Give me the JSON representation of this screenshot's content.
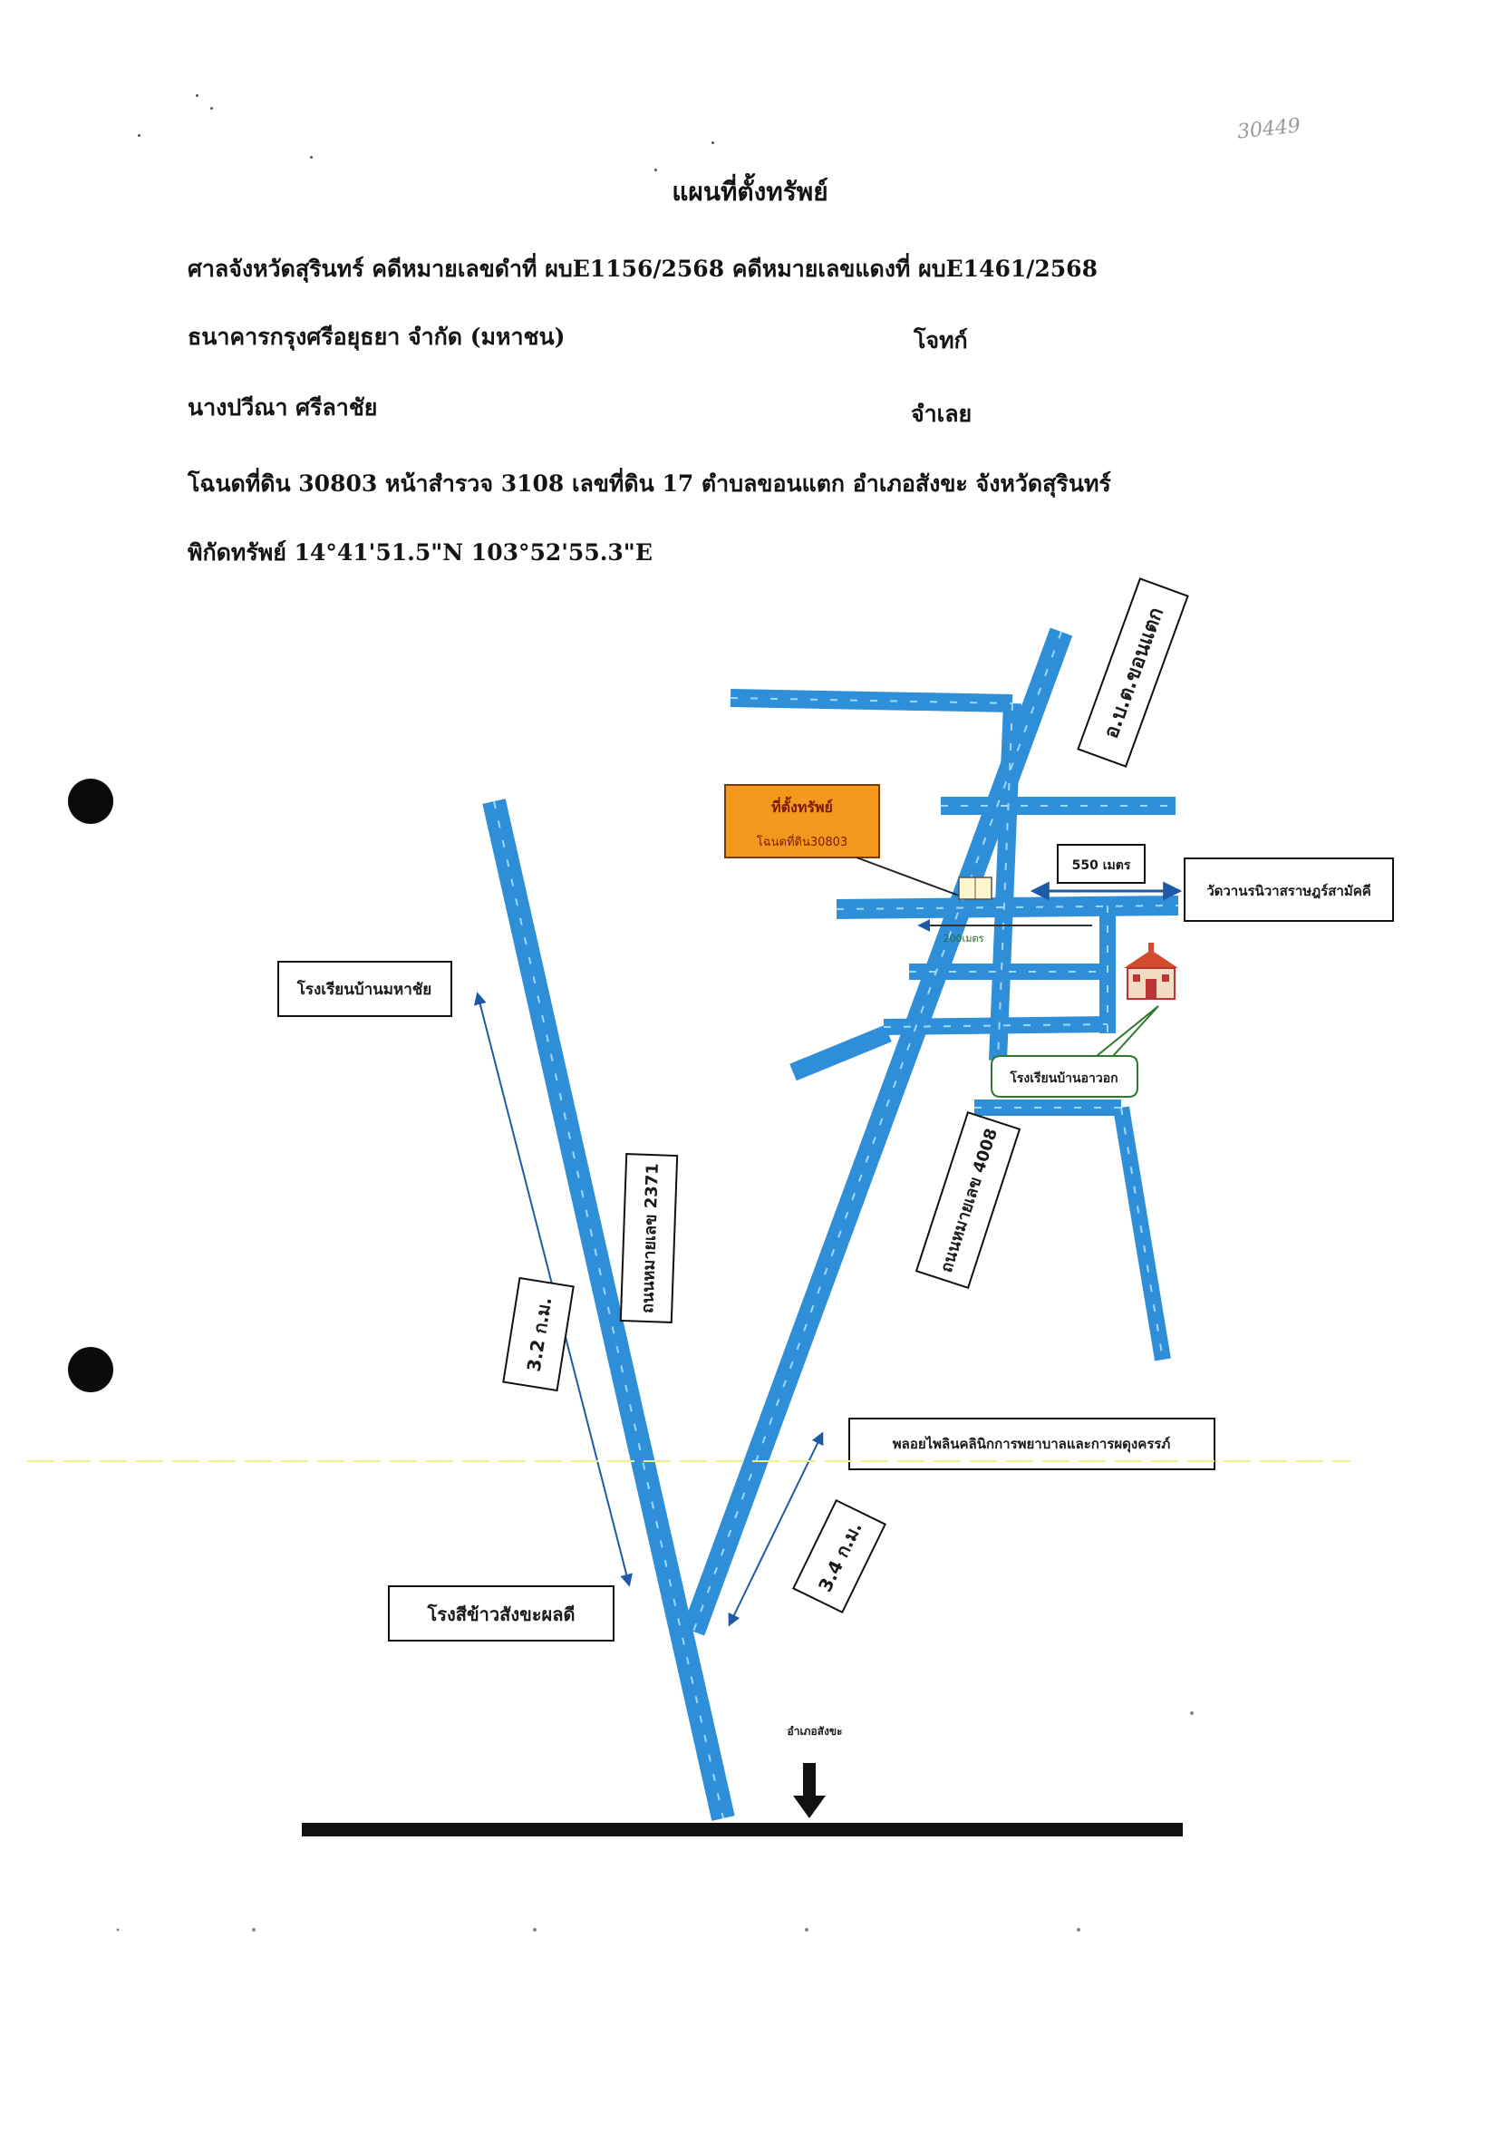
{
  "header": {
    "title": "แผนที่ตั้งทรัพย์",
    "corner_note": "30449"
  },
  "case": {
    "court_line": "ศาลจังหวัดสุรินทร์  คดีหมายเลขดำที่ ผบE1156/2568 คดีหมายเลขแดงที่ ผบE1461/2568",
    "plaintiff_name": "ธนาคารกรุงศรีอยุธยา จำกัด (มหาชน)",
    "plaintiff_role": "โจทก์",
    "defendant_name": "นางปวีณา ศรีลาชัย",
    "defendant_role": "จำเลย",
    "deed_line": "โฉนดที่ดิน 30803 หน้าสำรวจ 3108 เลขที่ดิน 17 ตำบลขอนแตก  อำเภอสังขะ  จังหวัดสุรินทร์",
    "coordinates_line": "พิกัดทรัพย์  14°41'51.5\"N 103°52'55.3\"E"
  },
  "map": {
    "colors": {
      "road": "#2e8fd8",
      "road_centerline": "#9ed7ff",
      "property_box": "#f39a1e",
      "property_text": "#7a1a00",
      "highway": "#111111",
      "arrow": "#1f5aa6",
      "label_text": "#1a1a1a"
    },
    "labels": {
      "property_callout_line1": "ที่ตั้งทรัพย์",
      "property_callout_line2": "โฉนดที่ดิน30803",
      "district_office": "อ.บ.ต.ขอนแตก",
      "distance_550": "550 เมตร",
      "temple": "วัดวานรนิวาสราษฎร์สามัคคี",
      "distance_200": "200เมตร",
      "school_maha_chai": "โรงเรียนบ้านมหาชัย",
      "school_ban_ao": "โรงเรียนบ้านอาวอก",
      "road_2371": "ถนนหมายเลข 2371",
      "road_4008": "ถนนหมายเลข 4008",
      "distance_3_2": "3.2 ก.ม.",
      "distance_3_4": "3.4 ก.ม.",
      "clinic": "พลอยไพลินคลินิกการพยาบาลและการผดุงครรภ์",
      "rice_mill": "โรงสีข้าวสังขะผลดี",
      "sangkha_district": "อำเภอสังขะ"
    },
    "icons": [
      "school-building-icon",
      "down-arrow-icon"
    ]
  }
}
